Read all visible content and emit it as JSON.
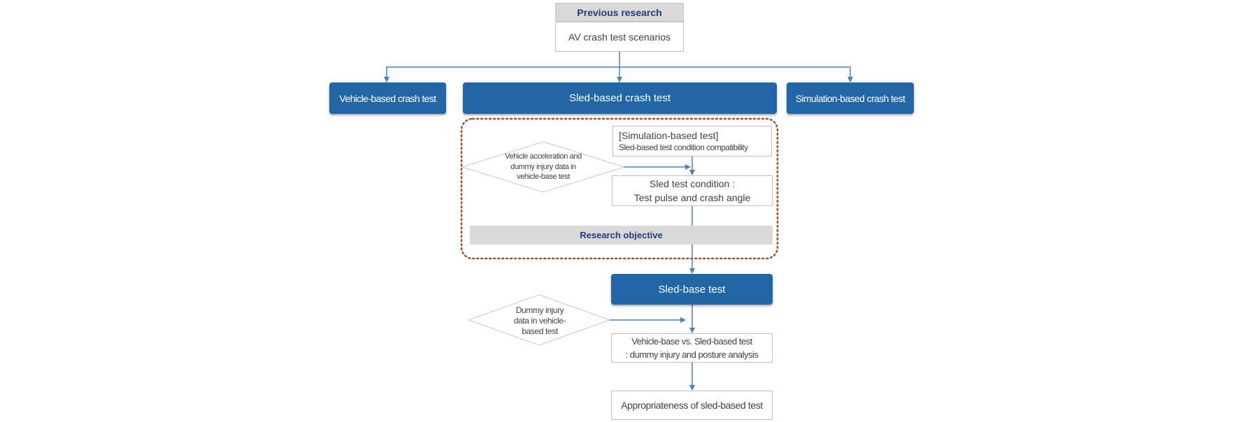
{
  "header": {
    "title": "Previous research",
    "subtitle": "AV crash test scenarios"
  },
  "branches": {
    "vehicle": "Vehicle-based crash test",
    "sled": "Sled-based crash test",
    "simulation": "Simulation-based crash test"
  },
  "study": {
    "compat_title": "[Simulation-based test]",
    "compat_sub": "Sled-based test condition compatibility",
    "input1": "Vehicle acceleration and dummy injury data in vehicle-base test",
    "condition_line1": "Sled test condition  :",
    "condition_line2": "Test pulse and crash angle",
    "objective": "Research objective"
  },
  "followup": {
    "sled_base_test": "Sled-base test",
    "input2": "Dummy injury data in vehicle-based test",
    "compare_line1": "Vehicle-base vs. Sled-based test",
    "compare_line2": ": dummy injury and posture analysis",
    "result": "Appropriateness of sled-based test"
  },
  "colors": {
    "accent_blue": "#2366a6",
    "arrow_blue": "#4a7fc1",
    "header_text": "#1f3f7a",
    "header_gray": "#d9d9d9",
    "dotted_frame": "#a0522d"
  }
}
